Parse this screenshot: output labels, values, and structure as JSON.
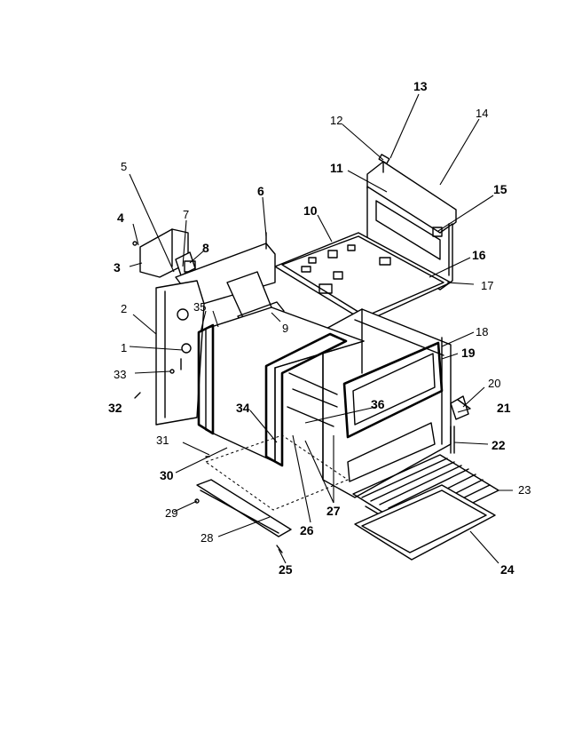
{
  "callouts": [
    {
      "id": "c1",
      "text": "1",
      "bold": false
    },
    {
      "id": "c2",
      "text": "2",
      "bold": false
    },
    {
      "id": "c3",
      "text": "3",
      "bold": true
    },
    {
      "id": "c4",
      "text": "4",
      "bold": true
    },
    {
      "id": "c5",
      "text": "5",
      "bold": false
    },
    {
      "id": "c6",
      "text": "6",
      "bold": true
    },
    {
      "id": "c7",
      "text": "7",
      "bold": false
    },
    {
      "id": "c8",
      "text": "8",
      "bold": true
    },
    {
      "id": "c9",
      "text": "9",
      "bold": false
    },
    {
      "id": "c10",
      "text": "10",
      "bold": true
    },
    {
      "id": "c11",
      "text": "11",
      "bold": true
    },
    {
      "id": "c12",
      "text": "12",
      "bold": false
    },
    {
      "id": "c13",
      "text": "13",
      "bold": true
    },
    {
      "id": "c14",
      "text": "14",
      "bold": false
    },
    {
      "id": "c15",
      "text": "15",
      "bold": true
    },
    {
      "id": "c16",
      "text": "16",
      "bold": true
    },
    {
      "id": "c17",
      "text": "17",
      "bold": false
    },
    {
      "id": "c18",
      "text": "18",
      "bold": false
    },
    {
      "id": "c19",
      "text": "19",
      "bold": true
    },
    {
      "id": "c20",
      "text": "20",
      "bold": false
    },
    {
      "id": "c21",
      "text": "21",
      "bold": true
    },
    {
      "id": "c22",
      "text": "22",
      "bold": true
    },
    {
      "id": "c23",
      "text": "23",
      "bold": false
    },
    {
      "id": "c24",
      "text": "24",
      "bold": true
    },
    {
      "id": "c25",
      "text": "25",
      "bold": true
    },
    {
      "id": "c26",
      "text": "26",
      "bold": true
    },
    {
      "id": "c27",
      "text": "27",
      "bold": true
    },
    {
      "id": "c28",
      "text": "28",
      "bold": false
    },
    {
      "id": "c29",
      "text": "29",
      "bold": false
    },
    {
      "id": "c30",
      "text": "30",
      "bold": true
    },
    {
      "id": "c31",
      "text": "31",
      "bold": false
    },
    {
      "id": "c32",
      "text": "32",
      "bold": true
    },
    {
      "id": "c33",
      "text": "33",
      "bold": false
    },
    {
      "id": "c34",
      "text": "34",
      "bold": true
    },
    {
      "id": "c35",
      "text": "35",
      "bold": false
    },
    {
      "id": "c36",
      "text": "36",
      "bold": true
    }
  ]
}
